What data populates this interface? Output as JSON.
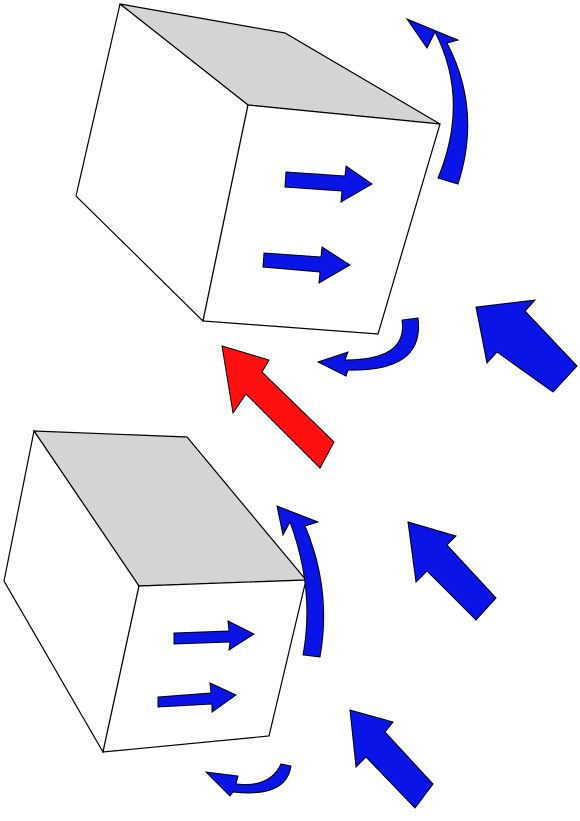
{
  "colors": {
    "background": "#ffffff",
    "face_top": "#d4d4d4",
    "face_front": "#ffffff",
    "face_side": "#ffffff",
    "edge": "#000000",
    "flow_arrow": "#0a14e6",
    "force_arrow": "#ff1010"
  },
  "diagram": {
    "blocks": [
      {
        "id": "upper-block",
        "faces": [
          "top",
          "left",
          "front"
        ],
        "inner_arrows": 2
      },
      {
        "id": "lower-block",
        "faces": [
          "top",
          "left",
          "front"
        ],
        "inner_arrows": 2
      }
    ],
    "incoming_flow_arrows": 3,
    "curved_arrows": 4,
    "resultant_arrow": {
      "count": 1,
      "color": "red"
    }
  }
}
